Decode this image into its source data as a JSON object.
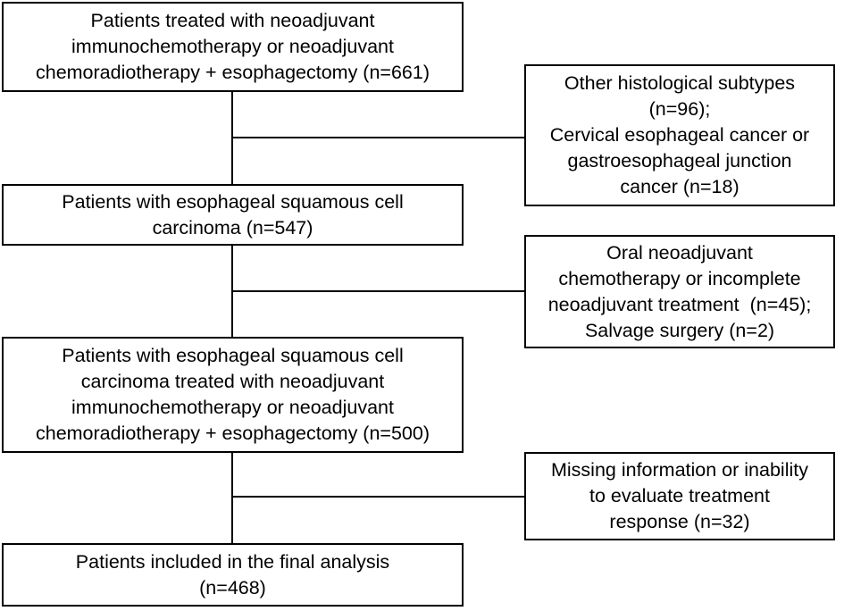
{
  "flow": {
    "main_boxes": [
      {
        "lines": [
          "Patients treated with neoadjuvant",
          "immunochemotherapy or neoadjuvant",
          "chemoradiotherapy + esophagectomy (n=661)"
        ]
      },
      {
        "lines": [
          "Patients with esophageal squamous cell",
          "carcinoma (n=547)"
        ]
      },
      {
        "lines": [
          "Patients with esophageal squamous cell",
          "carcinoma treated with neoadjuvant",
          "immunochemotherapy or neoadjuvant",
          "chemoradiotherapy + esophagectomy (n=500)"
        ]
      },
      {
        "lines": [
          "Patients included in the final analysis",
          "(n=468)"
        ]
      }
    ],
    "exclusion_boxes": [
      {
        "lines": [
          "Other histological subtypes",
          "(n=96);",
          "Cervical esophageal cancer or",
          "gastroesophageal junction",
          "cancer (n=18)"
        ]
      },
      {
        "lines": [
          "Oral neoadjuvant",
          "chemotherapy or incomplete",
          "neoadjuvant treatment  (n=45);",
          "Salvage surgery (n=2)"
        ]
      },
      {
        "lines": [
          "Missing information or inability",
          "to evaluate treatment",
          "response (n=32)"
        ]
      }
    ]
  }
}
